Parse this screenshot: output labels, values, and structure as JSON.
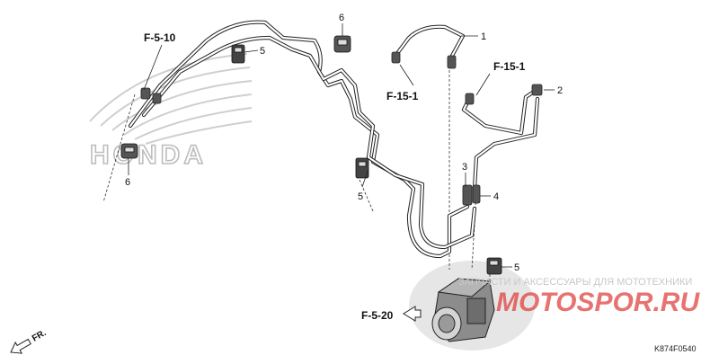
{
  "diagram": {
    "brand_watermark": "HONDA",
    "shop_watermark_text": "ЗАПЧАСТИ И АКСЕССУАРЫ ДЛЯ МОТОТЕХНИКИ",
    "shop_watermark_logo": "MOTOSPOR.RU",
    "references": {
      "f510": "F-5-10",
      "f151_top": "F-15-1",
      "f151_left": "F-15-1",
      "f520": "F-5-20"
    },
    "callouts": {
      "p1": "1",
      "p2": "2",
      "p3": "3",
      "p4": "4",
      "p5_top": "5",
      "p5_mid": "5",
      "p5_low": "5",
      "p6_top": "6",
      "p6_left": "6"
    },
    "direction": "FR.",
    "code": "K874F0540",
    "colors": {
      "ink": "#222222",
      "watermark_gray": "#c8c8c8",
      "watermark_red": "#e0433f"
    }
  }
}
